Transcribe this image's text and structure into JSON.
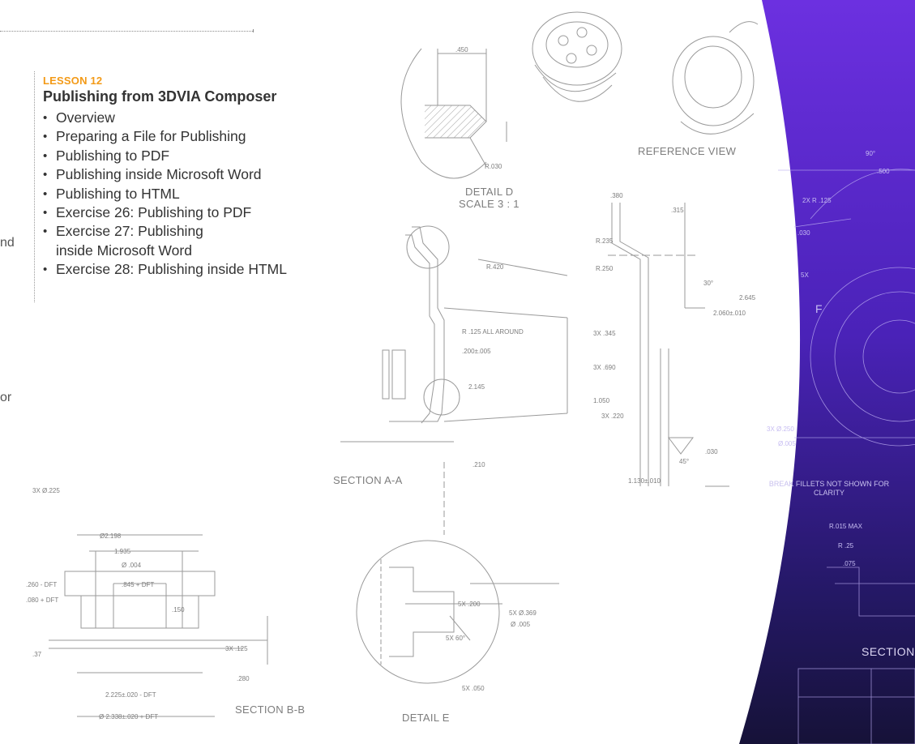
{
  "left_fragments": [
    "nd",
    "or"
  ],
  "lesson": {
    "label": "LESSON 12",
    "title": "Publishing from 3DVIA Composer",
    "topics": [
      "Overview",
      "Preparing a File for Publishing",
      "Publishing to PDF",
      "Publishing inside Microsoft Word",
      "Publishing to HTML",
      "Exercise 26: Publishing to PDF",
      "Exercise 27: Publishing inside Microsoft Word",
      "Exercise 28: Publishing inside HTML"
    ]
  },
  "drawing": {
    "reference_view": "REFERENCE VIEW",
    "detail_d": "DETAIL D",
    "detail_d_scale": "SCALE 3 : 1",
    "section_aa": "SECTION A-A",
    "section_bb": "SECTION B-B",
    "detail_e": "DETAIL E",
    "section_right": "SECTION",
    "break_fillets": "BREAK FILLETS NOT SHOWN FOR CLARITY",
    "dims": {
      "d450": ".450",
      "d030": "R.030",
      "d380": ".380",
      "d315": ".315",
      "r235": "R.235",
      "r250": "R.250",
      "r420": "R.420",
      "d30": "30°",
      "d2060": "2.060±.010",
      "d2645": "2.645",
      "r125": "R .125 ALL AROUND",
      "d200": ".200±.005",
      "d2145": "2.145",
      "d3x345": "3X .345",
      "d3x690": "3X .690",
      "d3x220": "3X .220",
      "d1050": "1.050",
      "d45": "45°",
      "d030b": ".030",
      "d210": ".210",
      "d1130": "1.130±.010",
      "d3x225": "3X Ø.225",
      "d2198": "Ø2.198",
      "d1935": "1.935",
      "d004": "Ø .004",
      "d260": ".260 - DFT",
      "d080": ".080 + DFT",
      "d845": ".845 + DFT",
      "d150": ".150",
      "d37": ".37",
      "d3x125": "3X .125",
      "d280": ".280",
      "d2225": "2.225±.020 - DFT",
      "d2338": "Ø 2.338±.020 + DFT",
      "d5x200": "5X .200",
      "d5x60": "5X 60°",
      "d5x050": "5X .050",
      "d5x369": "5X Ø.369",
      "d005": "Ø .005",
      "d90": "90°",
      "d500": ".500",
      "d2x125": "2X R .125",
      "d030c": ".030",
      "d5x": "5X",
      "d3x250": "3X Ø.250",
      "d005b": "Ø.005",
      "r015": "R.015 MAX",
      "r25": "R .25",
      "d075": ".075",
      "f": "F"
    }
  },
  "colors": {
    "accent": "#f39a17",
    "text": "#333333",
    "drawing_line": "#8a8a8a",
    "purple_top": "#6a2fe0",
    "purple_bottom": "#1a1446"
  }
}
